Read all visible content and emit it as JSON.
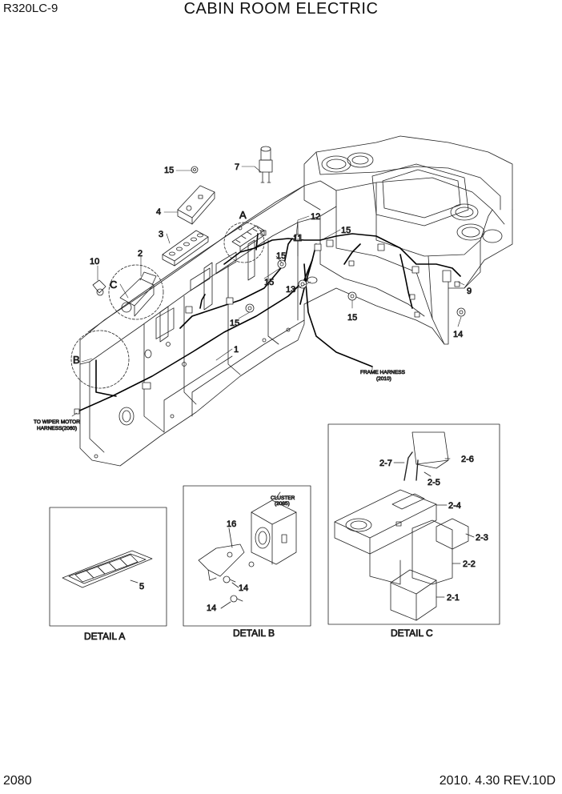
{
  "header": {
    "model": "R320LC-9",
    "title": "CABIN ROOM ELECTRIC"
  },
  "footer": {
    "page": "2080",
    "revision": "2010. 4.30  REV.10D"
  },
  "callouts": {
    "c1": "1",
    "c2": "2",
    "c3": "3",
    "c4": "4",
    "c7": "7",
    "c9": "9",
    "c10": "10",
    "c11": "11",
    "c12": "12",
    "c13": "13",
    "c14": "14",
    "c15a": "15",
    "c15b": "15",
    "c15c": "15",
    "c15d": "15",
    "c15e": "15",
    "c15f": "15"
  },
  "detail_markers": {
    "a": "A",
    "b": "B",
    "c": "C"
  },
  "notes": {
    "frame_harness_1": "FRAME HARNESS",
    "frame_harness_2": "(2010)",
    "wiper_1": "TO WIPER MOTOR",
    "wiper_2": "HARNESS(2060)",
    "cluster_1": "CLUSTER",
    "cluster_2": "(2085)"
  },
  "details": {
    "a": {
      "caption": "DETAIL A",
      "callouts": {
        "c5": "5"
      }
    },
    "b": {
      "caption": "DETAIL B",
      "callouts": {
        "c16": "16",
        "c14a": "14",
        "c14b": "14"
      }
    },
    "c": {
      "caption": "DETAIL C",
      "callouts": {
        "c21": "2-1",
        "c22": "2-2",
        "c23": "2-3",
        "c24": "2-4",
        "c25": "2-5",
        "c26": "2-6",
        "c27": "2-7"
      }
    }
  }
}
